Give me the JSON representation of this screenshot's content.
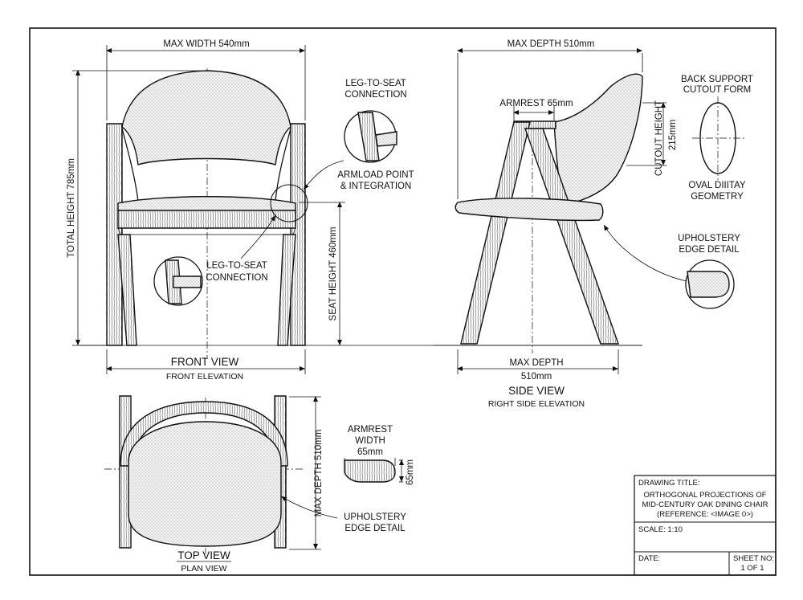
{
  "front": {
    "max_width": "MAX WIDTH 540mm",
    "total_height": "TOTAL HEIGHT 785mm",
    "seat_height": "SEAT HEIGHT 460mm",
    "title": "FRONT VIEW",
    "subtitle": "FRONT ELEVATION",
    "leg_seat_top_1": "LEG-TO-SEAT",
    "leg_seat_top_2": "CONNECTION",
    "armload_1": "ARMLOAD POINT",
    "armload_2": "& INTEGRATION",
    "leg_seat_low_1": "LEG-TO-SEAT",
    "leg_seat_low_2": "CONNECTION"
  },
  "side": {
    "max_depth_top": "MAX DEPTH 510mm",
    "armrest": "ARMREST 65mm",
    "max_depth_bottom_1": "MAX DEPTH",
    "max_depth_bottom_2": "510mm",
    "title": "SIDE VIEW",
    "subtitle": "RIGHT SIDE ELEVATION",
    "back_support_1": "BACK SUPPORT",
    "back_support_2": "CUTOUT FORM",
    "cutout_height": "CUTOUT HEIGHT",
    "cutout_value": "215mm",
    "oval_1": "OVAL DIIITAY",
    "oval_2": "GEOMETRY",
    "upholstery_1": "UPHOLSTERY",
    "upholstery_2": "EDGE DETAIL"
  },
  "top": {
    "max_depth": "MAX DEPTH 510mm",
    "armrest_1": "ARMREST",
    "armrest_2": "WIDTH",
    "armrest_3": "65mm",
    "armrest_side": "65mm",
    "upholstery_1": "UPHOLSTERY",
    "upholstery_2": "EDGE DETAIL",
    "title": "TOP VIEW",
    "subtitle": "PLAN VIEW"
  },
  "title_block": {
    "drawing_title_label": "DRAWING TITLE:",
    "title_line_1": "ORTHOGONAL PROJECTIONS OF",
    "title_line_2": "MID-CENTURY OAK DINING CHAIR",
    "title_line_3": "(REFERENCE: <IMAGE 0>)",
    "scale": "SCALE: 1:10",
    "date": "DATE:",
    "sheet_no": "SHEET NO:",
    "sheet_value": "1 OF 1"
  }
}
